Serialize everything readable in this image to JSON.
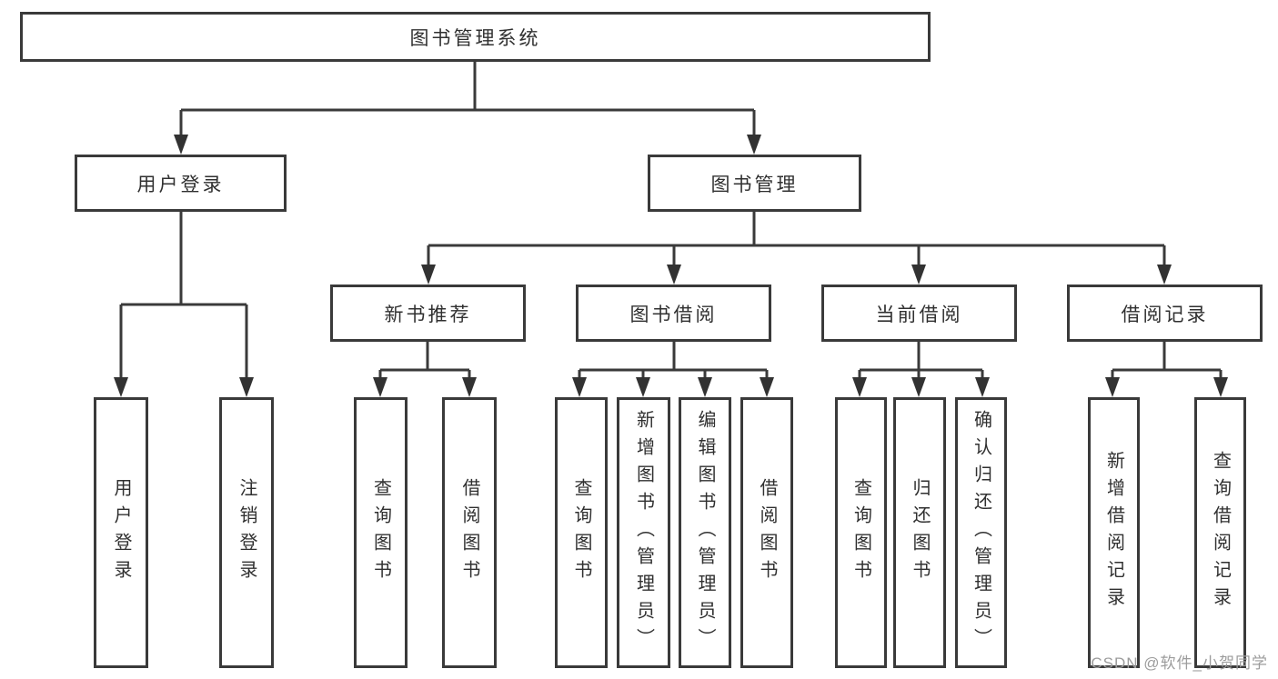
{
  "diagram": {
    "root": {
      "label": "图书管理系统"
    },
    "level2": [
      {
        "label": "用户登录"
      },
      {
        "label": "图书管理"
      }
    ],
    "level3": [
      {
        "label": "新书推荐"
      },
      {
        "label": "图书借阅"
      },
      {
        "label": "当前借阅"
      },
      {
        "label": "借阅记录"
      }
    ],
    "leaves": [
      {
        "label": "用户登录",
        "parent": "用户登录"
      },
      {
        "label": "注销登录",
        "parent": "用户登录"
      },
      {
        "label": "查询图书",
        "parent": "新书推荐"
      },
      {
        "label": "借阅图书",
        "parent": "新书推荐"
      },
      {
        "label": "查询图书",
        "parent": "图书借阅"
      },
      {
        "label": "新增图书（管理员）",
        "parent": "图书借阅"
      },
      {
        "label": "编辑图书（管理员）",
        "parent": "图书借阅"
      },
      {
        "label": "借阅图书",
        "parent": "图书借阅"
      },
      {
        "label": "查询图书",
        "parent": "当前借阅"
      },
      {
        "label": "归还图书",
        "parent": "当前借阅"
      },
      {
        "label": "确认归还（管理员）",
        "parent": "当前借阅"
      },
      {
        "label": "新增借阅记录",
        "parent": "借阅记录"
      },
      {
        "label": "查询借阅记录",
        "parent": "借阅记录"
      }
    ]
  },
  "watermark": {
    "text": "CSDN @软件_小贺同学"
  },
  "colors": {
    "line": "#3a3a3a",
    "text": "#303030",
    "watermark": "#9c9c9c",
    "background": "#ffffff"
  }
}
